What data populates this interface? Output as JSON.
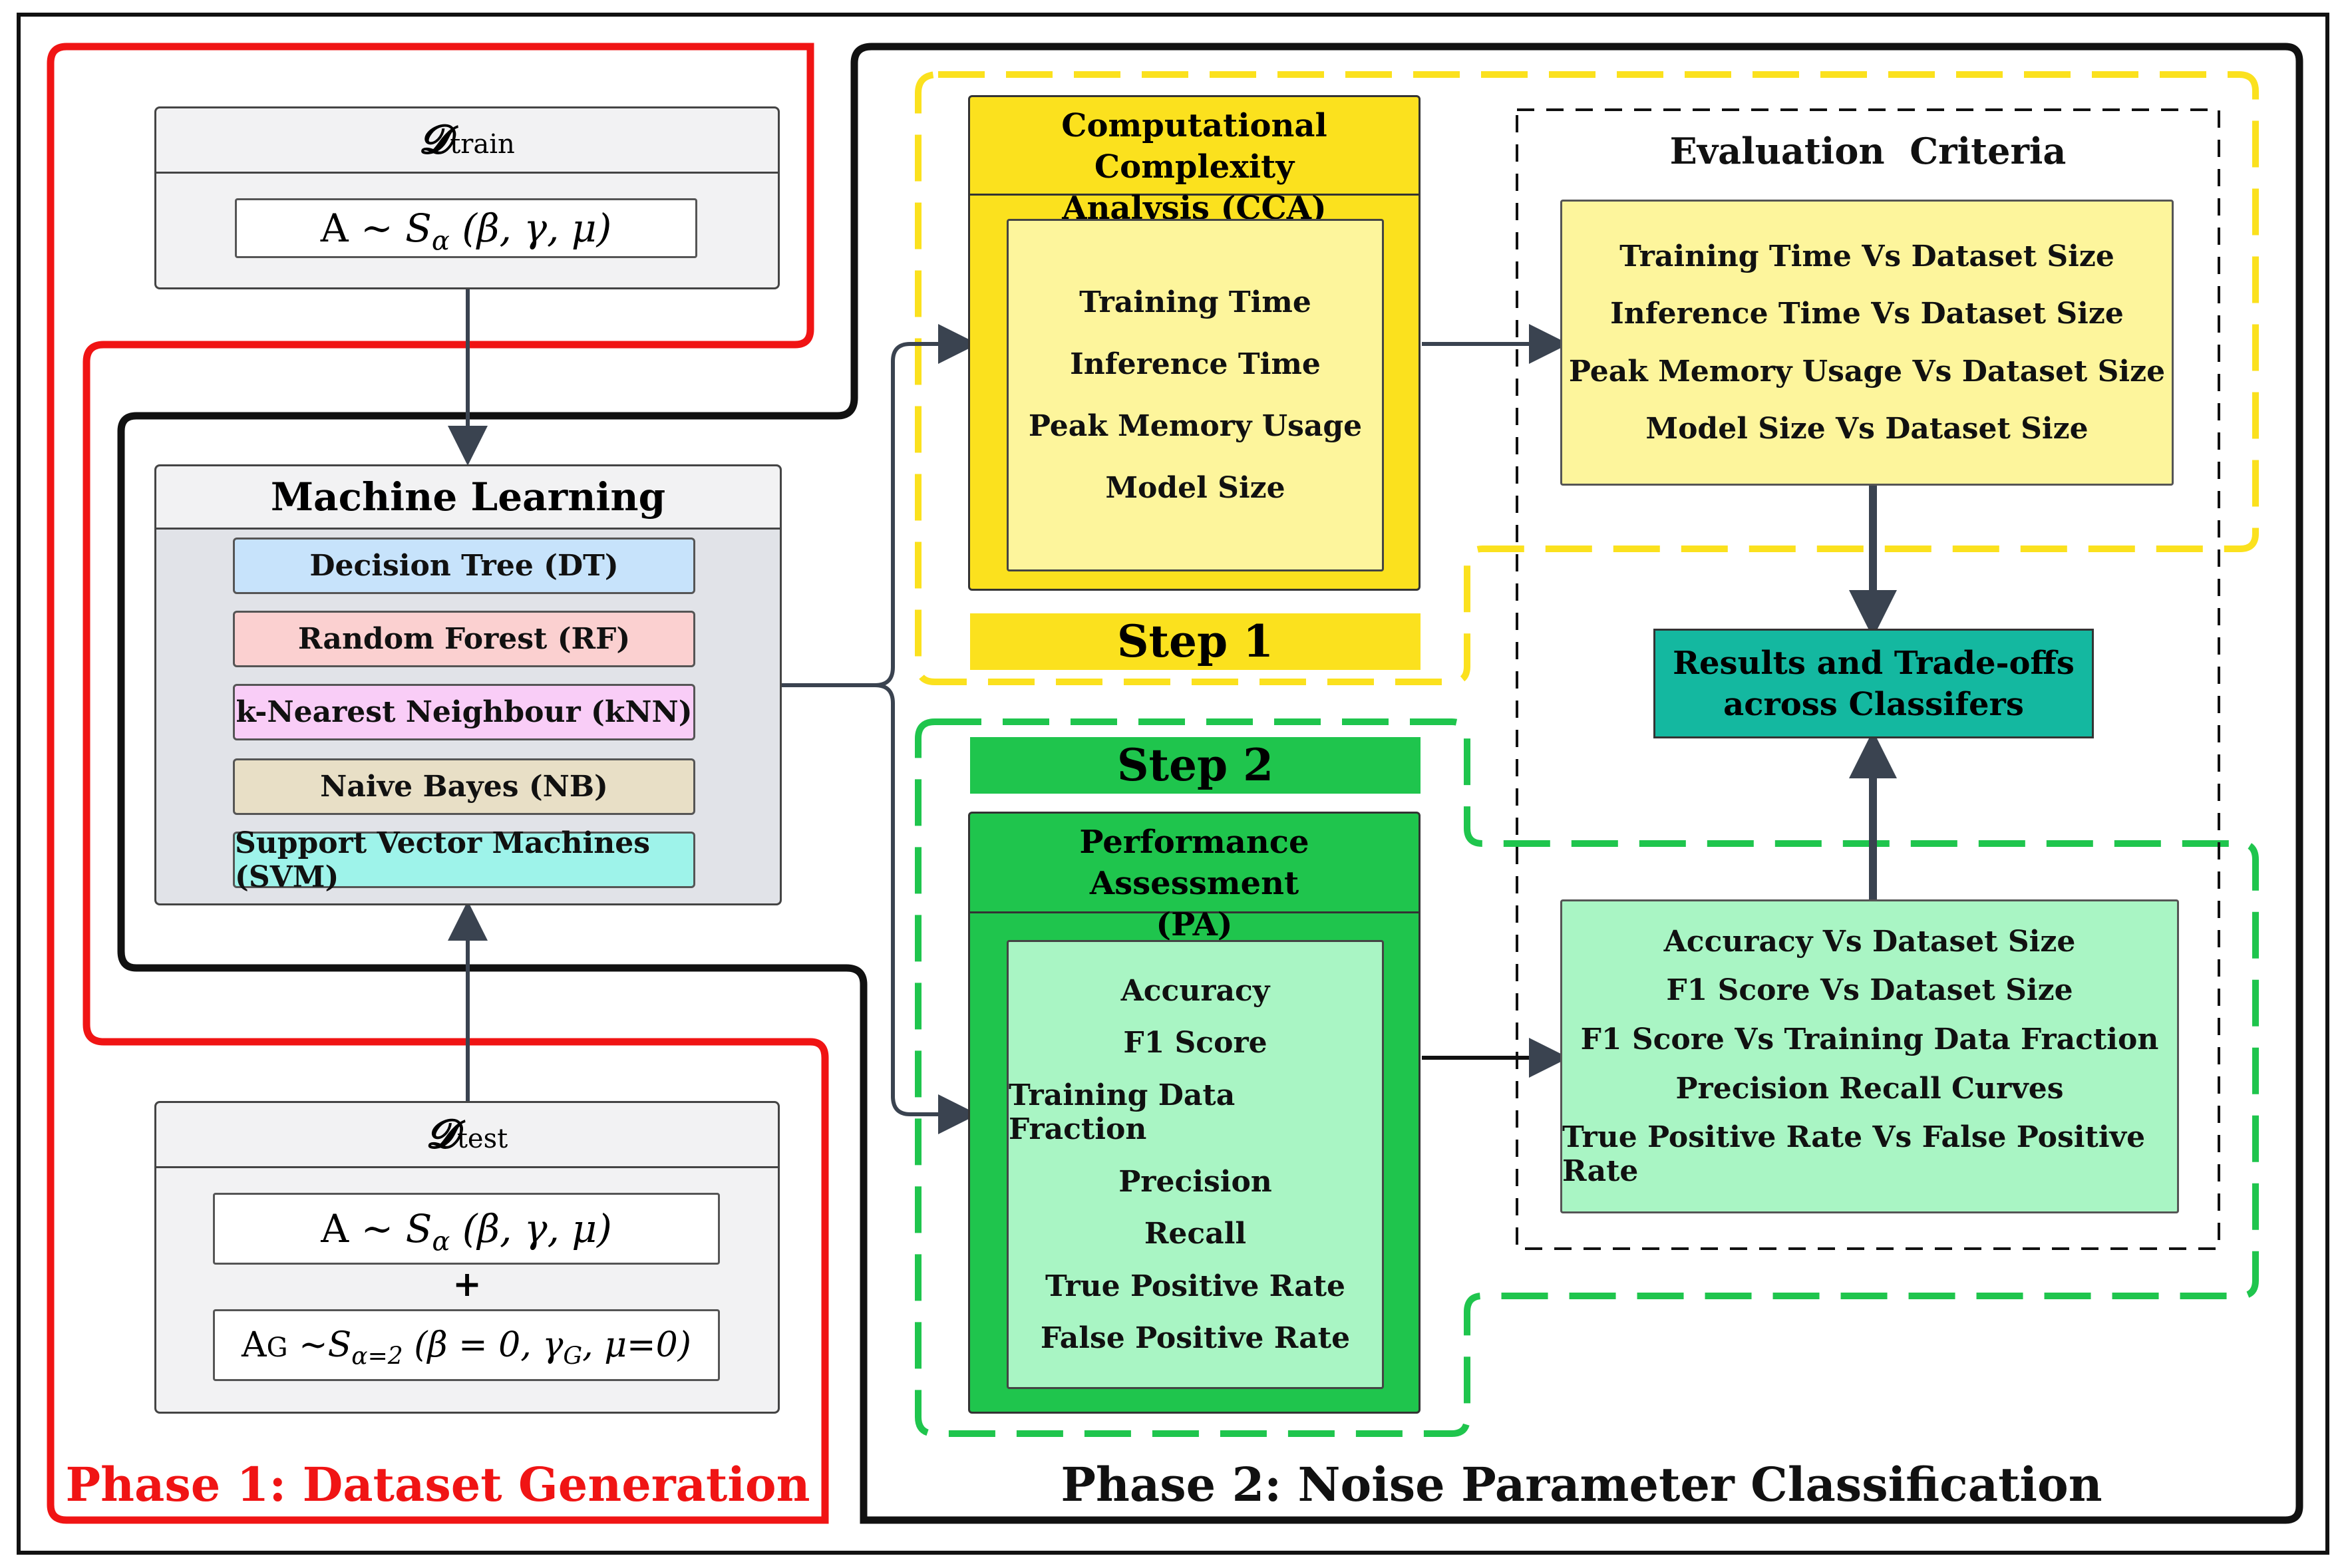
{
  "phase1": {
    "title": "Phase 1: Dataset Generation",
    "color": "#f01414"
  },
  "phase2": {
    "title": "Phase 2: Noise Parameter Classification"
  },
  "dtrain": {
    "symbol": "𝓓",
    "subscript": "train",
    "formula": {
      "prefix": "A ~ ",
      "dist": "S",
      "alpha": "α",
      "params": " (β, γ, μ)"
    }
  },
  "dtest": {
    "symbol": "𝓓",
    "subscript": "test",
    "formula": {
      "prefix": "A ~ ",
      "dist": "S",
      "alpha": "α",
      "params": " (β, γ, μ)"
    },
    "plus": "+",
    "formula_g": {
      "prefix": "A",
      "prefix_sub": "G",
      "tilde": " ~",
      "dist": "S",
      "alpha": "α=2",
      "params_open": " (β = 0, γ",
      "gamma_sub": "G",
      "params_close": ", μ=0)"
    }
  },
  "classifiers": {
    "title": "Machine Learning Classifiers",
    "items": [
      {
        "label": "Decision Tree (DT)",
        "color": "#c7e3fb"
      },
      {
        "label": "Random Forest (RF)",
        "color": "#fbd0d0"
      },
      {
        "label": "k-Nearest Neighbour (kNN)",
        "color": "#f9cdf7"
      },
      {
        "label": "Naive Bayes (NB)",
        "color": "#e8dfc6"
      },
      {
        "label": "Support Vector Machines (SVM)",
        "color": "#9ef3ea"
      }
    ]
  },
  "cca": {
    "title_line1": "Computational Complexity",
    "title_line2": "Analysis (CCA)",
    "metrics": [
      "Training Time",
      "Inference Time",
      "Peak Memory Usage",
      "Model Size"
    ]
  },
  "step1": {
    "label": "Step 1",
    "color": "#fbe11e"
  },
  "step2": {
    "label": "Step 2",
    "color": "#1fc54d"
  },
  "pa": {
    "title_line1": "Performance Assessment",
    "title_line2": "(PA)",
    "metrics": [
      "Accuracy",
      "F1 Score",
      "Training Data Fraction",
      "Precision",
      "Recall",
      "True Positive Rate",
      "False Positive Rate"
    ]
  },
  "evaluation": {
    "title": "Evaluation  Criteria",
    "cca_criteria": [
      "Training Time Vs Dataset Size",
      "Inference Time Vs Dataset Size",
      "Peak Memory Usage Vs Dataset Size",
      "Model Size Vs Dataset Size"
    ],
    "pa_criteria": [
      "Accuracy Vs Dataset Size",
      "F1 Score Vs Dataset Size",
      "F1 Score Vs Training Data Fraction",
      "Precision Recall Curves",
      "True Positive Rate Vs False Positive Rate"
    ]
  },
  "results": {
    "line1": "Results and Trade-offs",
    "line2": "across Classifers",
    "color": "#14b8a0"
  }
}
